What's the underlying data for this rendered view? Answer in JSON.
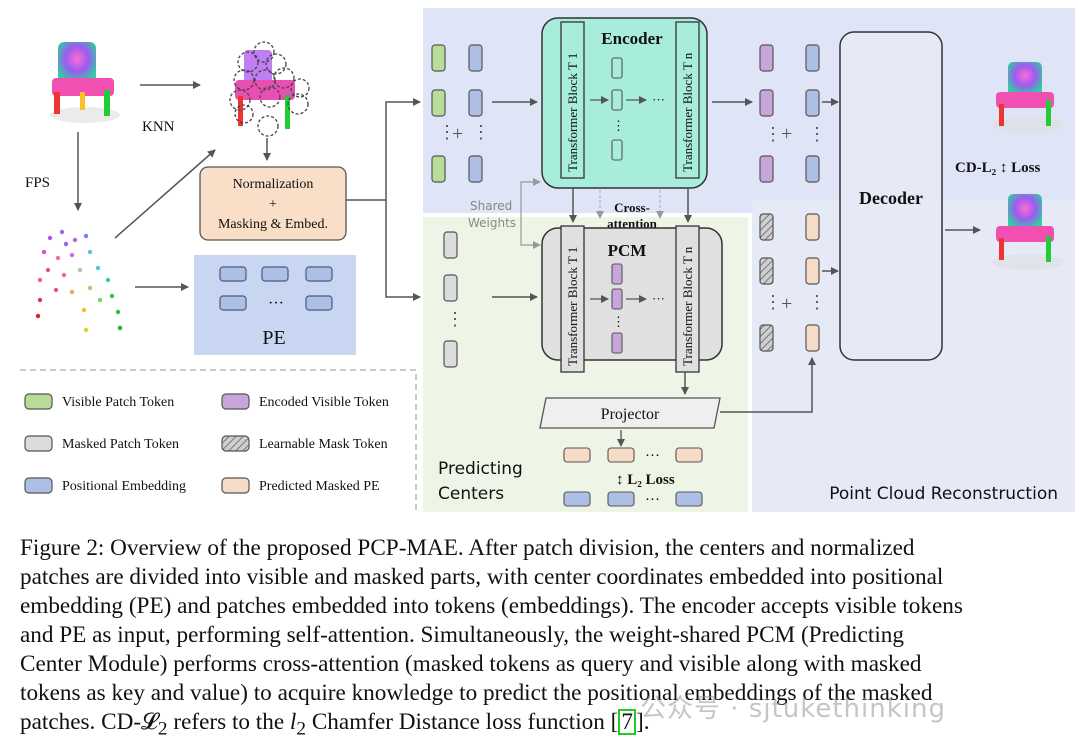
{
  "figure": {
    "labels": {
      "knn": "KNN",
      "fps": "FPS",
      "normalization": "Normalization",
      "plus": "+",
      "masking_embed": "Masking & Embed.",
      "pe": "PE",
      "encoder": "Encoder",
      "decoder": "Decoder",
      "pcm": "PCM",
      "transformer_block_1": "Transformer Block T 1",
      "transformer_block_n": "Transformer Block T n",
      "shared_weights_1": "Shared",
      "shared_weights_2": "Weights",
      "cross_attention_1": "Cross-",
      "cross_attention_2": "attention",
      "projector": "Projector",
      "l2_loss": "L₂ Loss",
      "cd_loss": "CD-L₂ ↕ Loss",
      "predicting_centers_1": "Predicting",
      "predicting_centers_2": "Centers",
      "point_cloud_reconstruction": "Point Cloud Reconstruction",
      "ellipsis": "···"
    },
    "legend": [
      {
        "label": "Visible Patch Token",
        "color": "#b9dc9a"
      },
      {
        "label": "Encoded Visible Token",
        "color": "#c8a6dc"
      },
      {
        "label": "Masked Patch Token",
        "color": "#dcdcdc"
      },
      {
        "label": "Learnable Mask Token",
        "color": "hatched"
      },
      {
        "label": "Positional Embedding",
        "color": "#aebfe6"
      },
      {
        "label": "Predicted Masked PE",
        "color": "#f6dcc6"
      }
    ],
    "colors": {
      "encoder_panel": "#dfe5f6",
      "pcm_panel": "#eef5e6",
      "reconstruction_panel": "#e6eaf7",
      "encoder_block": "#a8ecdc",
      "pcm_block": "#e0e0e0",
      "normalization_box": "#f9dfc7",
      "pe_panel": "#c9d6f1"
    }
  },
  "caption": {
    "line1": "Figure 2: Overview of the proposed PCP-MAE. After patch division, the centers and normalized",
    "line2": "patches are divided into visible and masked parts, with center coordinates embedded into positional",
    "line3": "embedding (PE) and patches embedded into tokens (embeddings). The encoder accepts visible tokens",
    "line4": "and PE as input, performing self-attention.  Simultaneously, the weight-shared PCM (Predicting",
    "line5": "Center Module) performs cross-attention (masked tokens as query and visible along with masked",
    "line6": "tokens as key and value) to acquire knowledge to predict the positional embeddings of the masked",
    "line7_pre": "patches. CD-𝓛",
    "line7_sub": "2",
    "line7_mid": " refers to the ",
    "line7_l": "l",
    "line7_l_sub": "2",
    "line7_post": " Chamfer Distance loss function ",
    "line7_cite": "7",
    "line7_end": "]."
  },
  "watermark": "公众号 · sjtukethinking"
}
